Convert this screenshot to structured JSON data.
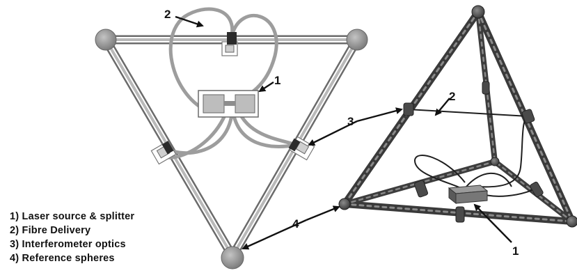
{
  "callouts": {
    "left_fibre": "2",
    "left_laser": "1",
    "interferometer": "3",
    "right_fibre": "2",
    "sphere": "4",
    "right_laser": "1"
  },
  "legend": [
    "1) Laser source & splitter",
    "2) Fibre Delivery",
    "3) Interferometer optics",
    "4) Reference spheres"
  ]
}
